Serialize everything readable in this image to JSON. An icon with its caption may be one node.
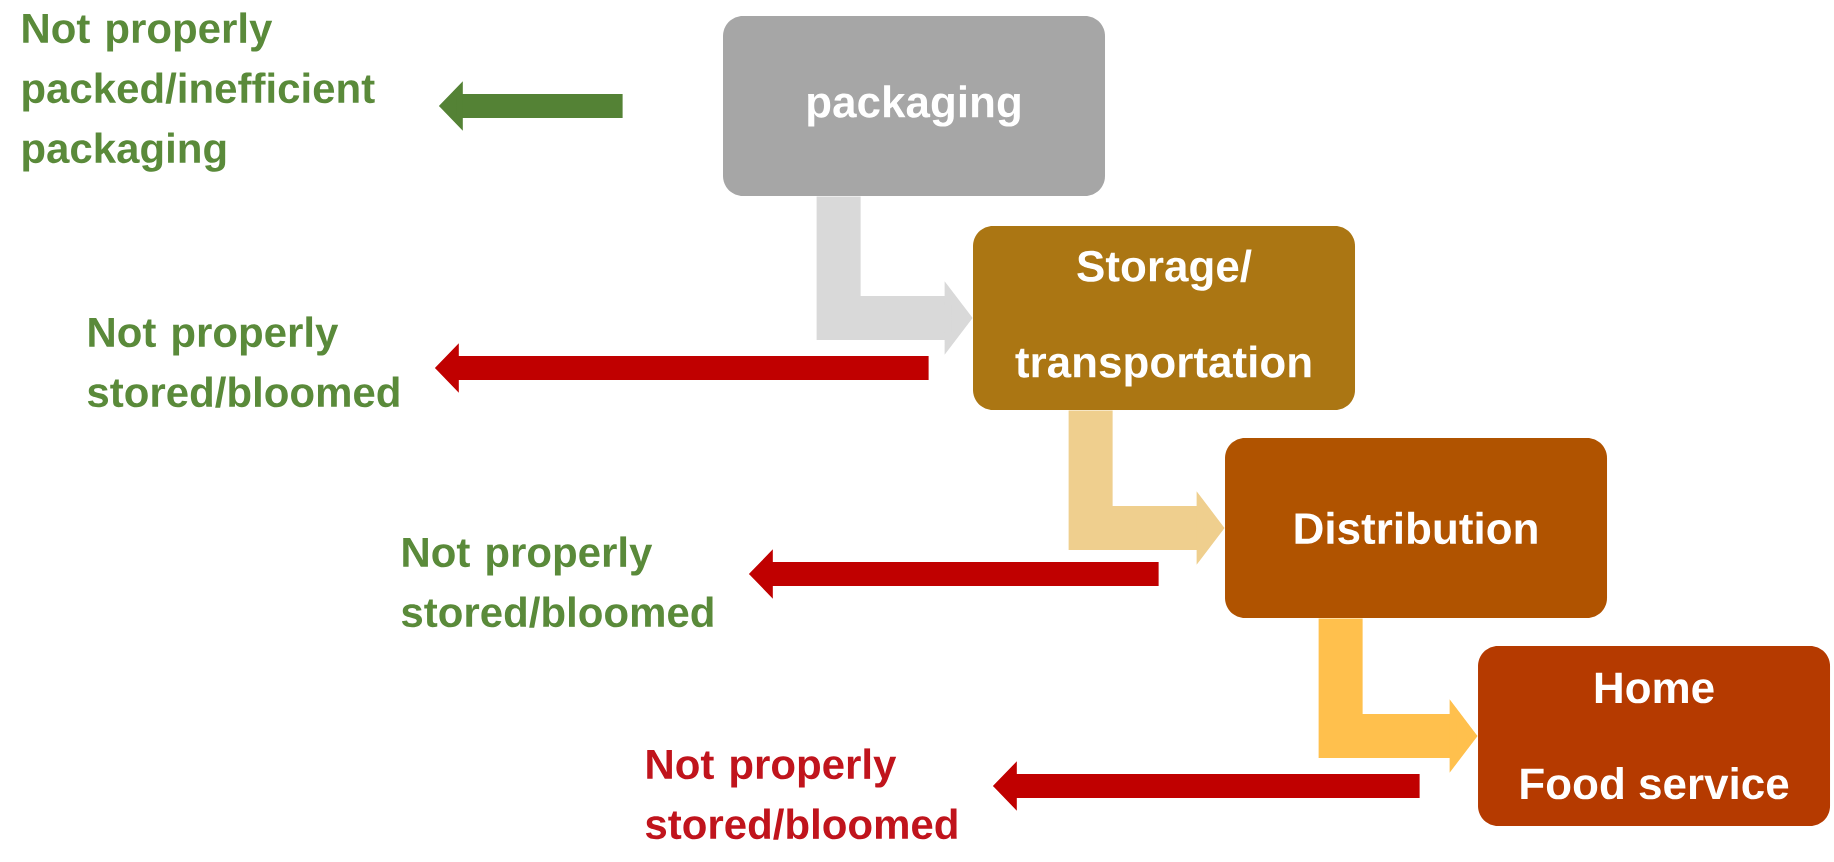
{
  "diagram": {
    "nodes": [
      {
        "text": [
          "packaging"
        ]
      },
      {
        "text": [
          "Storage/",
          "transportation"
        ]
      },
      {
        "text": [
          "Distribution"
        ]
      },
      {
        "text": [
          "Home",
          "Food service"
        ]
      },
      {
        "text": [
          "Not properly packed/inefficient packaging"
        ]
      },
      {
        "text": [
          "Not properly stored/bloomed"
        ]
      },
      {
        "text": [
          "Not properly stored/bloomed"
        ]
      },
      {
        "text": [
          "Not properly stored/bloomed"
        ]
      }
    ],
    "edges": [
      {
        "from": 0,
        "to": 1,
        "arrow": "to",
        "style": "thick",
        "color": "#d9d9d9"
      },
      {
        "from": 1,
        "to": 2,
        "arrow": "to",
        "style": "thick",
        "color": "#efcf8e"
      },
      {
        "from": 2,
        "to": 3,
        "arrow": "to",
        "style": "thick",
        "color": "#ffc04d"
      },
      {
        "from": 0,
        "to": 4,
        "arrow": "to",
        "color": "#548235"
      },
      {
        "from": 1,
        "to": 5,
        "arrow": "to"
      },
      {
        "from": 2,
        "to": 6,
        "arrow": "to"
      },
      {
        "from": 3,
        "to": 7,
        "arrow": "to"
      }
    ]
  }
}
